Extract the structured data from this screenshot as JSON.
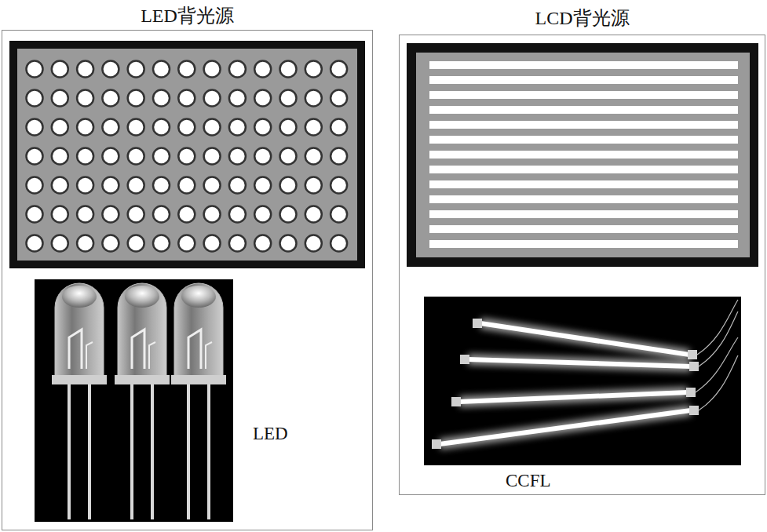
{
  "diagram": {
    "nodes": [
      {
        "text": [
          "LED背光源"
        ]
      },
      {
        "text": [
          "LCD背光源"
        ]
      }
    ],
    "labels": [
      "LED",
      "CCFL"
    ]
  }
}
